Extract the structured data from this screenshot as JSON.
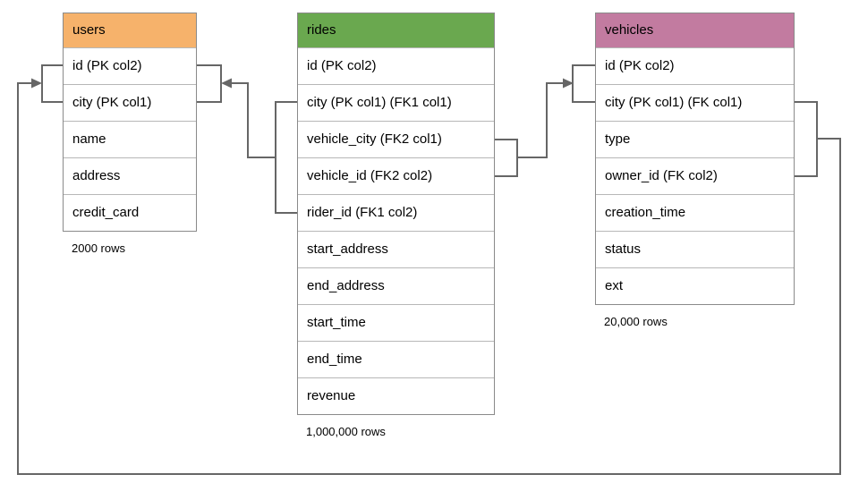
{
  "colors": {
    "connector": "#666666",
    "table_border": "#8a8a8a",
    "row_divider": "#b7b7b7",
    "users_header": "#f6b26b",
    "rides_header": "#6aa84f",
    "vehicles_header": "#c27ba0"
  },
  "tables": [
    {
      "name": "users",
      "header_color": "#f6b26b",
      "columns": [
        "id (PK col2)",
        "city (PK col1)",
        "name",
        "address",
        "credit_card"
      ],
      "row_count": "2000 rows"
    },
    {
      "name": "rides",
      "header_color": "#6aa84f",
      "columns": [
        "id (PK col2)",
        "city (PK col1) (FK1 col1)",
        "vehicle_city (FK2 col1)",
        "vehicle_id (FK2 col2)",
        "rider_id (FK1 col2)",
        "start_address",
        "end_address",
        "start_time",
        "end_time",
        "revenue"
      ],
      "row_count": "1,000,000 rows"
    },
    {
      "name": "vehicles",
      "header_color": "#c27ba0",
      "columns": [
        "id (PK col2)",
        "city (PK col1) (FK col1)",
        "type",
        "owner_id (FK col2)",
        "creation_time",
        "status",
        "ext"
      ],
      "row_count": "20,000 rows"
    }
  ],
  "relationships": [
    {
      "label": "FK1",
      "from_table": "rides",
      "from_columns": [
        "city (PK col1) (FK1 col1)",
        "rider_id (FK1 col2)"
      ],
      "to_table": "users",
      "to_columns": [
        "id (PK col2)",
        "city (PK col1)"
      ]
    },
    {
      "label": "FK2",
      "from_table": "rides",
      "from_columns": [
        "vehicle_city (FK2 col1)",
        "vehicle_id (FK2 col2)"
      ],
      "to_table": "vehicles",
      "to_columns": [
        "id (PK col2)",
        "city (PK col1) (FK col1)"
      ]
    },
    {
      "label": "FK",
      "from_table": "vehicles",
      "from_columns": [
        "city (PK col1) (FK col1)",
        "owner_id (FK col2)"
      ],
      "to_table": "users",
      "to_columns": [
        "id (PK col2)",
        "city (PK col1)"
      ]
    }
  ]
}
